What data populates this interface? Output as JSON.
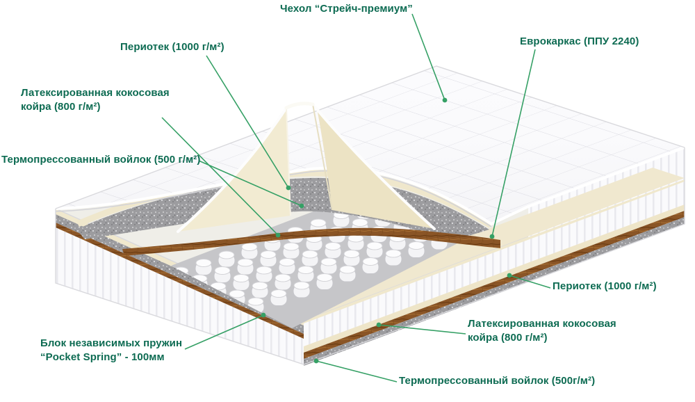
{
  "colors": {
    "label_text": "#0d6b52",
    "leader_line": "#35a065",
    "background": "#ffffff"
  },
  "labels": {
    "cover": "Чехол “Стрейч-премиум”",
    "periotek_top": "Периотек (1000 г/м²)",
    "eurocarcass": "Еврокаркас (ППУ 2240)",
    "coir_top": "Латексированная кокосовая койра (800 г/м²)",
    "felt_top": "Термопрессованный войлок (500 г/м²)",
    "periotek_bottom": "Периотек (1000 г/м²)",
    "coir_bottom": "Латексированная кокосовая койра (800 г/м²)",
    "springs": "Блок независимых пружин “Pocket Spring” - 100мм",
    "felt_bottom": "Термопрессованный войлок (500г/м²)"
  }
}
